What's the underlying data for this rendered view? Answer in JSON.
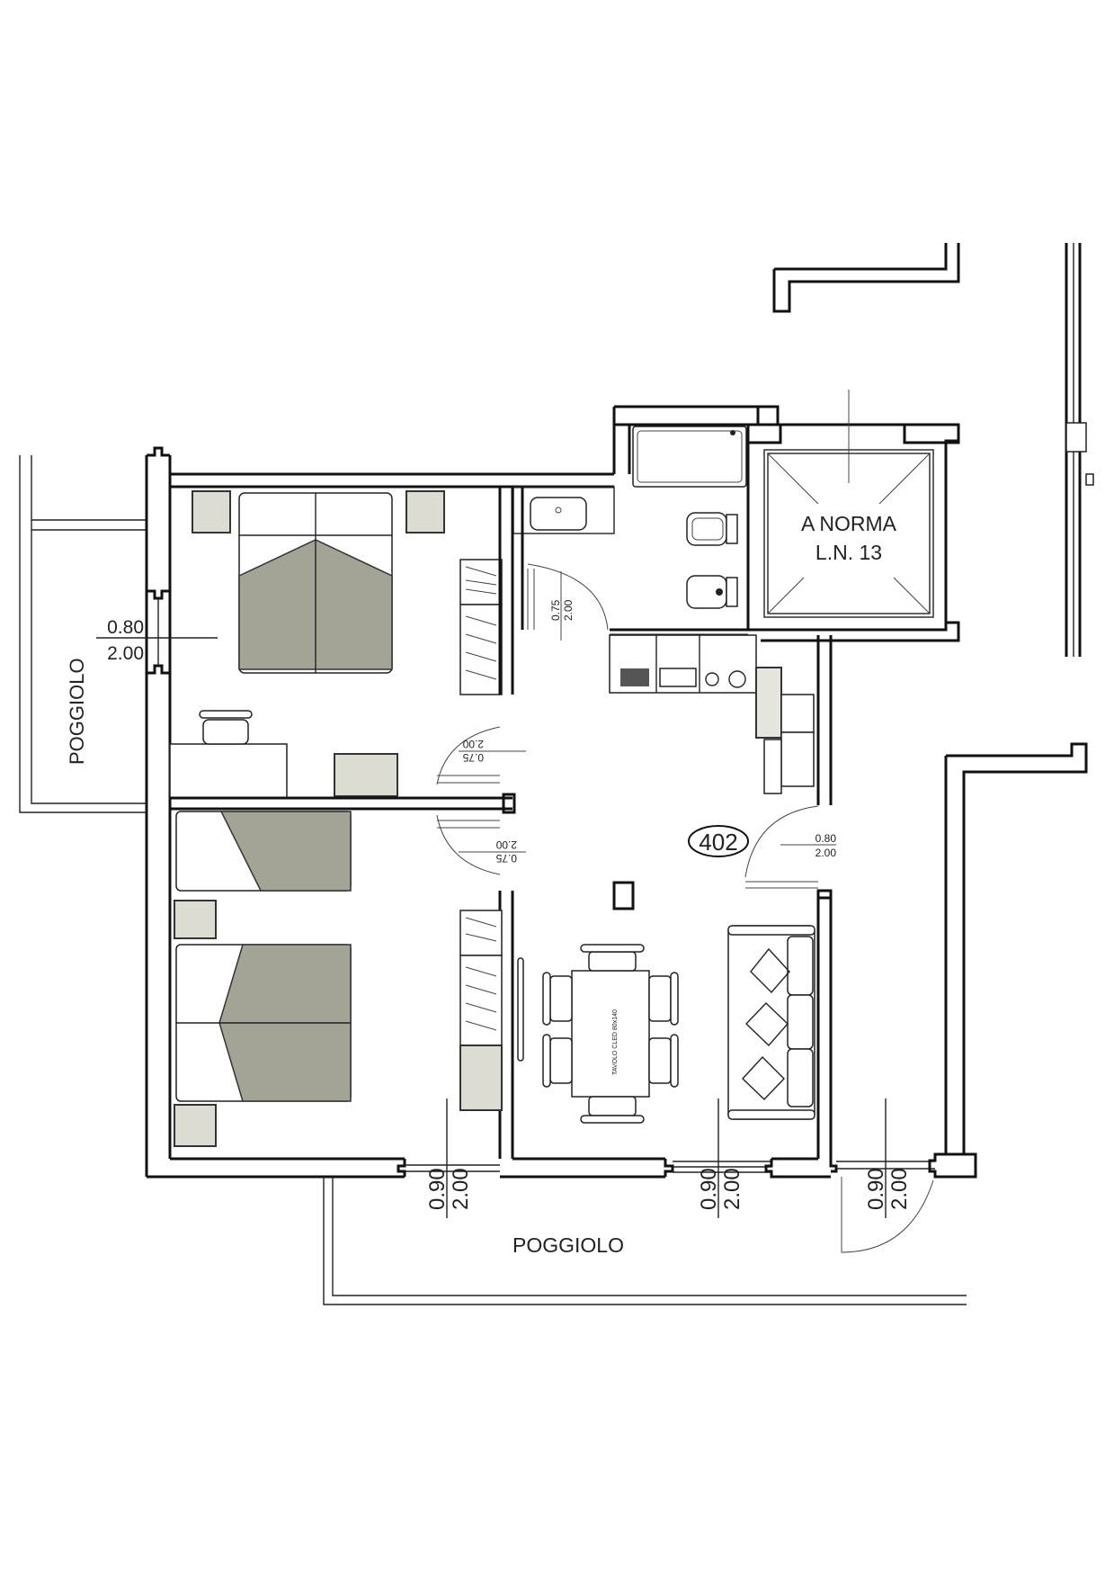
{
  "plan": {
    "unit_number": "402",
    "elevator_label_line1": "A NORMA",
    "elevator_label_line2": "L.N. 13",
    "balcony_left_label": "POGGIOLO",
    "balcony_bottom_label": "POGGIOLO",
    "table_label": "TAVOLO CLED 80x140",
    "colors": {
      "wall": "#111111",
      "bedding": "#a3a495",
      "furniture_fill": "#dcdcd2",
      "background": "#ffffff"
    }
  },
  "openings": [
    {
      "id": "left-balcony-door",
      "width": "0.80",
      "height": "2.00"
    },
    {
      "id": "bathroom-door",
      "width": "0.75",
      "height": "2.00"
    },
    {
      "id": "bedroom1-door",
      "width": "0.75",
      "height": "2.00"
    },
    {
      "id": "bedroom2-door",
      "width": "0.75",
      "height": "2.00"
    },
    {
      "id": "entrance-door",
      "width": "0.80",
      "height": "2.00"
    },
    {
      "id": "bottom-window-1",
      "width": "0.90",
      "height": "2.00"
    },
    {
      "id": "bottom-window-2",
      "width": "0.90",
      "height": "2.00"
    },
    {
      "id": "bottom-window-3",
      "width": "0.90",
      "height": "2.00"
    }
  ]
}
